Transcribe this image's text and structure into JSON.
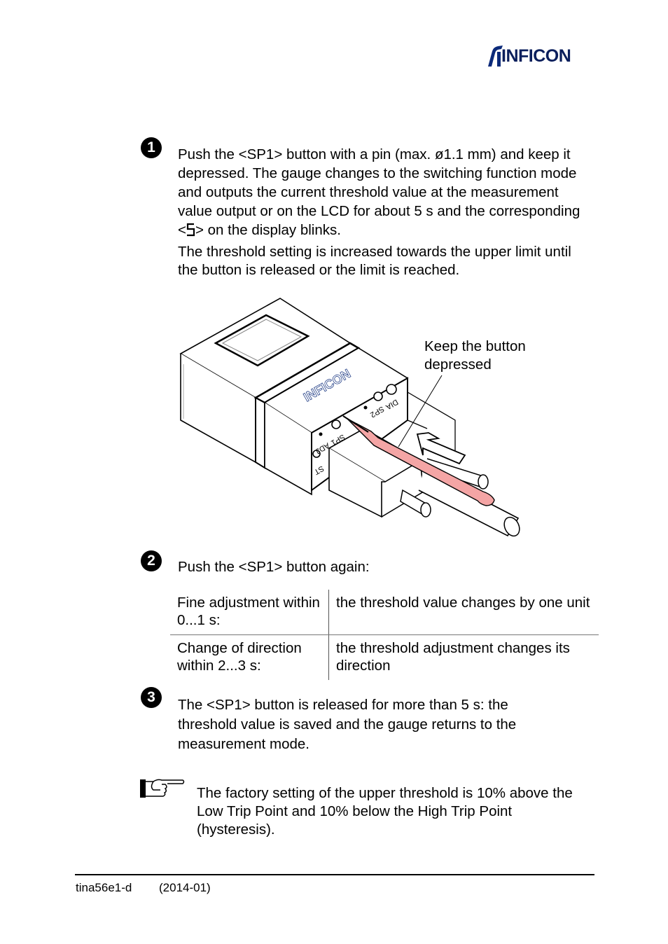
{
  "header": {
    "logo_text": "INFICON"
  },
  "steps": [
    {
      "number": "1",
      "paragraphs": {
        "p1_before": "Push the <SP1> button with a pin (max. ø1.1 mm) and keep it depressed. The gauge changes to the switching function mode and outputs the current threshold value at the measurement value output or on the LCD for about 5 s and the corresponding <",
        "p1_after": "> on the display blinks.",
        "p2": "The threshold setting is increased towards the upper limit until the button is released or the limit is reached."
      }
    },
    {
      "number": "2",
      "text": "Push the <SP1> button again:"
    },
    {
      "number": "3",
      "text": "The <SP1> button is released for more than 5 s: the threshold value is saved and the gauge returns to the measurement mode."
    }
  ],
  "figure": {
    "callout": "Keep the button depressed",
    "device_brand": "INFICON",
    "button_labels": [
      "ST",
      "ADJ",
      "SP1",
      "SP2",
      "DIA"
    ]
  },
  "table": {
    "rows": [
      {
        "condition": "Fine adjustment within 0...1 s:",
        "effect": "the threshold value changes by one unit"
      },
      {
        "condition": "Change of direction within 2...3 s:",
        "effect": "the threshold adjustment changes its direction"
      }
    ]
  },
  "note": {
    "text": "The factory setting of the upper threshold is 10% above the Low Trip Point and 10% below the High Trip Point (hysteresis)."
  },
  "footer": {
    "doc_id": "tina56e1-d",
    "date": "(2014-01)"
  }
}
